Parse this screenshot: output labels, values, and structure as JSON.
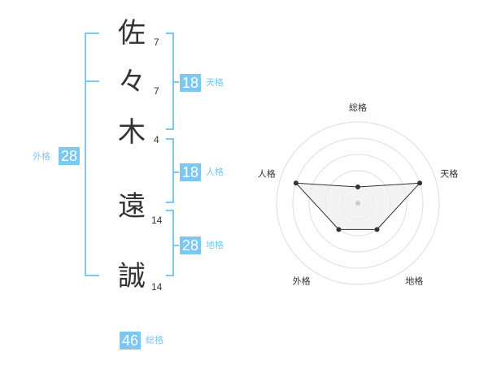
{
  "name_chars": [
    {
      "char": "佐",
      "strokes": "7"
    },
    {
      "char": "々",
      "strokes": "7"
    },
    {
      "char": "木",
      "strokes": "4"
    },
    {
      "char": "遠",
      "strokes": "14"
    },
    {
      "char": "誠",
      "strokes": "14"
    }
  ],
  "fortune": {
    "tenkaku": {
      "label": "天格",
      "value": "18"
    },
    "jinkaku": {
      "label": "人格",
      "value": "18"
    },
    "chikaku": {
      "label": "地格",
      "value": "28"
    },
    "gaikaku": {
      "label": "外格",
      "value": "28"
    },
    "soukaku": {
      "label": "総格",
      "value": "46"
    }
  },
  "radar": {
    "axes": [
      "総格",
      "天格",
      "地格",
      "外格",
      "人格"
    ],
    "levels": [
      1,
      4,
      2,
      2,
      4
    ],
    "max_level": 5,
    "colors": {
      "ring": "#dddddd",
      "fill": "#eeeeee",
      "point": "#333333",
      "center": "#cccccc"
    }
  },
  "colors": {
    "accent": "#7cc8f2",
    "text": "#333333"
  }
}
